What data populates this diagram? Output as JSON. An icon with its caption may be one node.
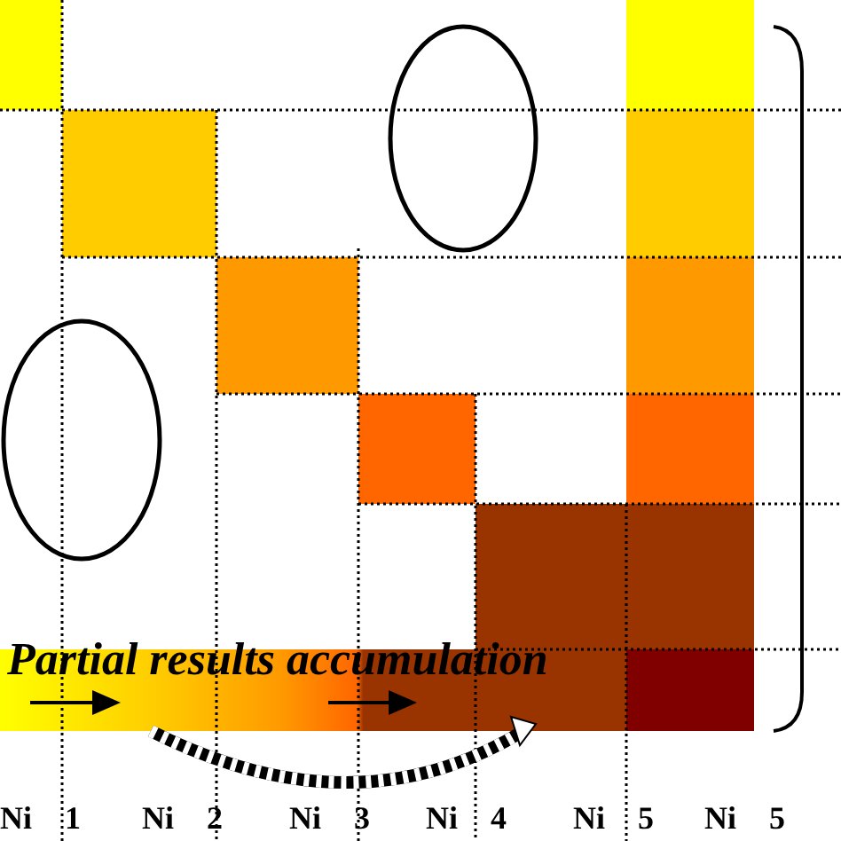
{
  "diagram": {
    "nodes": [
      {
        "text": [],
        "shape": "ellipse"
      },
      {
        "text": [],
        "shape": "ellipse"
      }
    ],
    "labels": [
      "Partial results accumulation",
      "Ni 1",
      "Ni 2",
      "Ni 3",
      "Ni 4",
      "Ni 5",
      "Ni 5"
    ]
  }
}
